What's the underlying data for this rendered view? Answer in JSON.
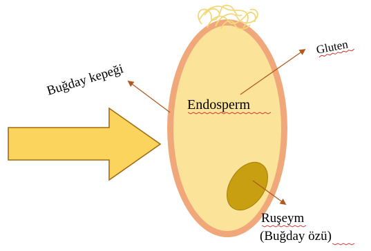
{
  "labels": {
    "bran": "Buğday kepeği",
    "gluten": "Gluten",
    "endosperm": "Endosperm",
    "germ_line1": "Ruşeym",
    "germ_line2": "(Buğday özü)"
  },
  "colors": {
    "grain_fill": "#fce39a",
    "grain_outline": "#f0a77a",
    "germ_fill": "#c79f10",
    "germ_outline": "#a37f05",
    "arrow_fill": "#fbd45e",
    "arrow_stroke": "#a36a12",
    "pointer_arrow": "#b15a1e",
    "hair": "#f1d878"
  }
}
